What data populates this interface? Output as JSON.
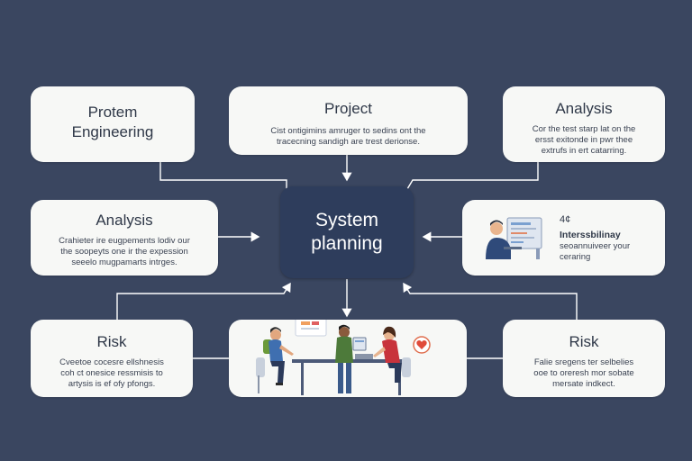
{
  "nodes": {
    "protein": {
      "title_line1": "Protem",
      "title_line2": "Engineering"
    },
    "project": {
      "title": "Project",
      "body_line1": "Cist ontigimins amruger to sedins ont the",
      "body_line2": "tracecning sandigh are trest derionse."
    },
    "analysis_top": {
      "title": "Analysis",
      "body_line1": "Cor the test starp lat on the",
      "body_line2": "ersst exitonde in pwr thee",
      "body_line3": "extrufs in ert catarring."
    },
    "analysis_left": {
      "title": "Analysis",
      "body_line1": "Crahieter ire eugpements lodiv our",
      "body_line2": "the soopeyts one ir the expession",
      "body_line3": "seeelo mugpamarts intrges."
    },
    "center": {
      "line1": "System",
      "line2": "planning"
    },
    "interdisciplinary": {
      "number": "4¢",
      "title": "Interssbilinay",
      "body_line1": "seoannuiveer your",
      "body_line2": "ceraring"
    },
    "risk_left": {
      "title": "Risk",
      "body_line1": "Cveetoe cocesre ellshnesis",
      "body_line2": "coh ct onesice ressmisis to",
      "body_line3": "artysis is ef ofy pfongs."
    },
    "risk_right": {
      "title": "Risk",
      "body_line1": "Falie sregens ter selbelies",
      "body_line2": "ooe to oreresh mor sobate",
      "body_line3": "mersate indkect."
    }
  },
  "colors": {
    "background": "#3a4660",
    "card": "#f7f8f6",
    "center": "#2e3d5c",
    "connector": "#ffffff"
  },
  "icons": [
    "team-meeting-illustration",
    "person-at-computer-illustration",
    "heart-icon"
  ]
}
